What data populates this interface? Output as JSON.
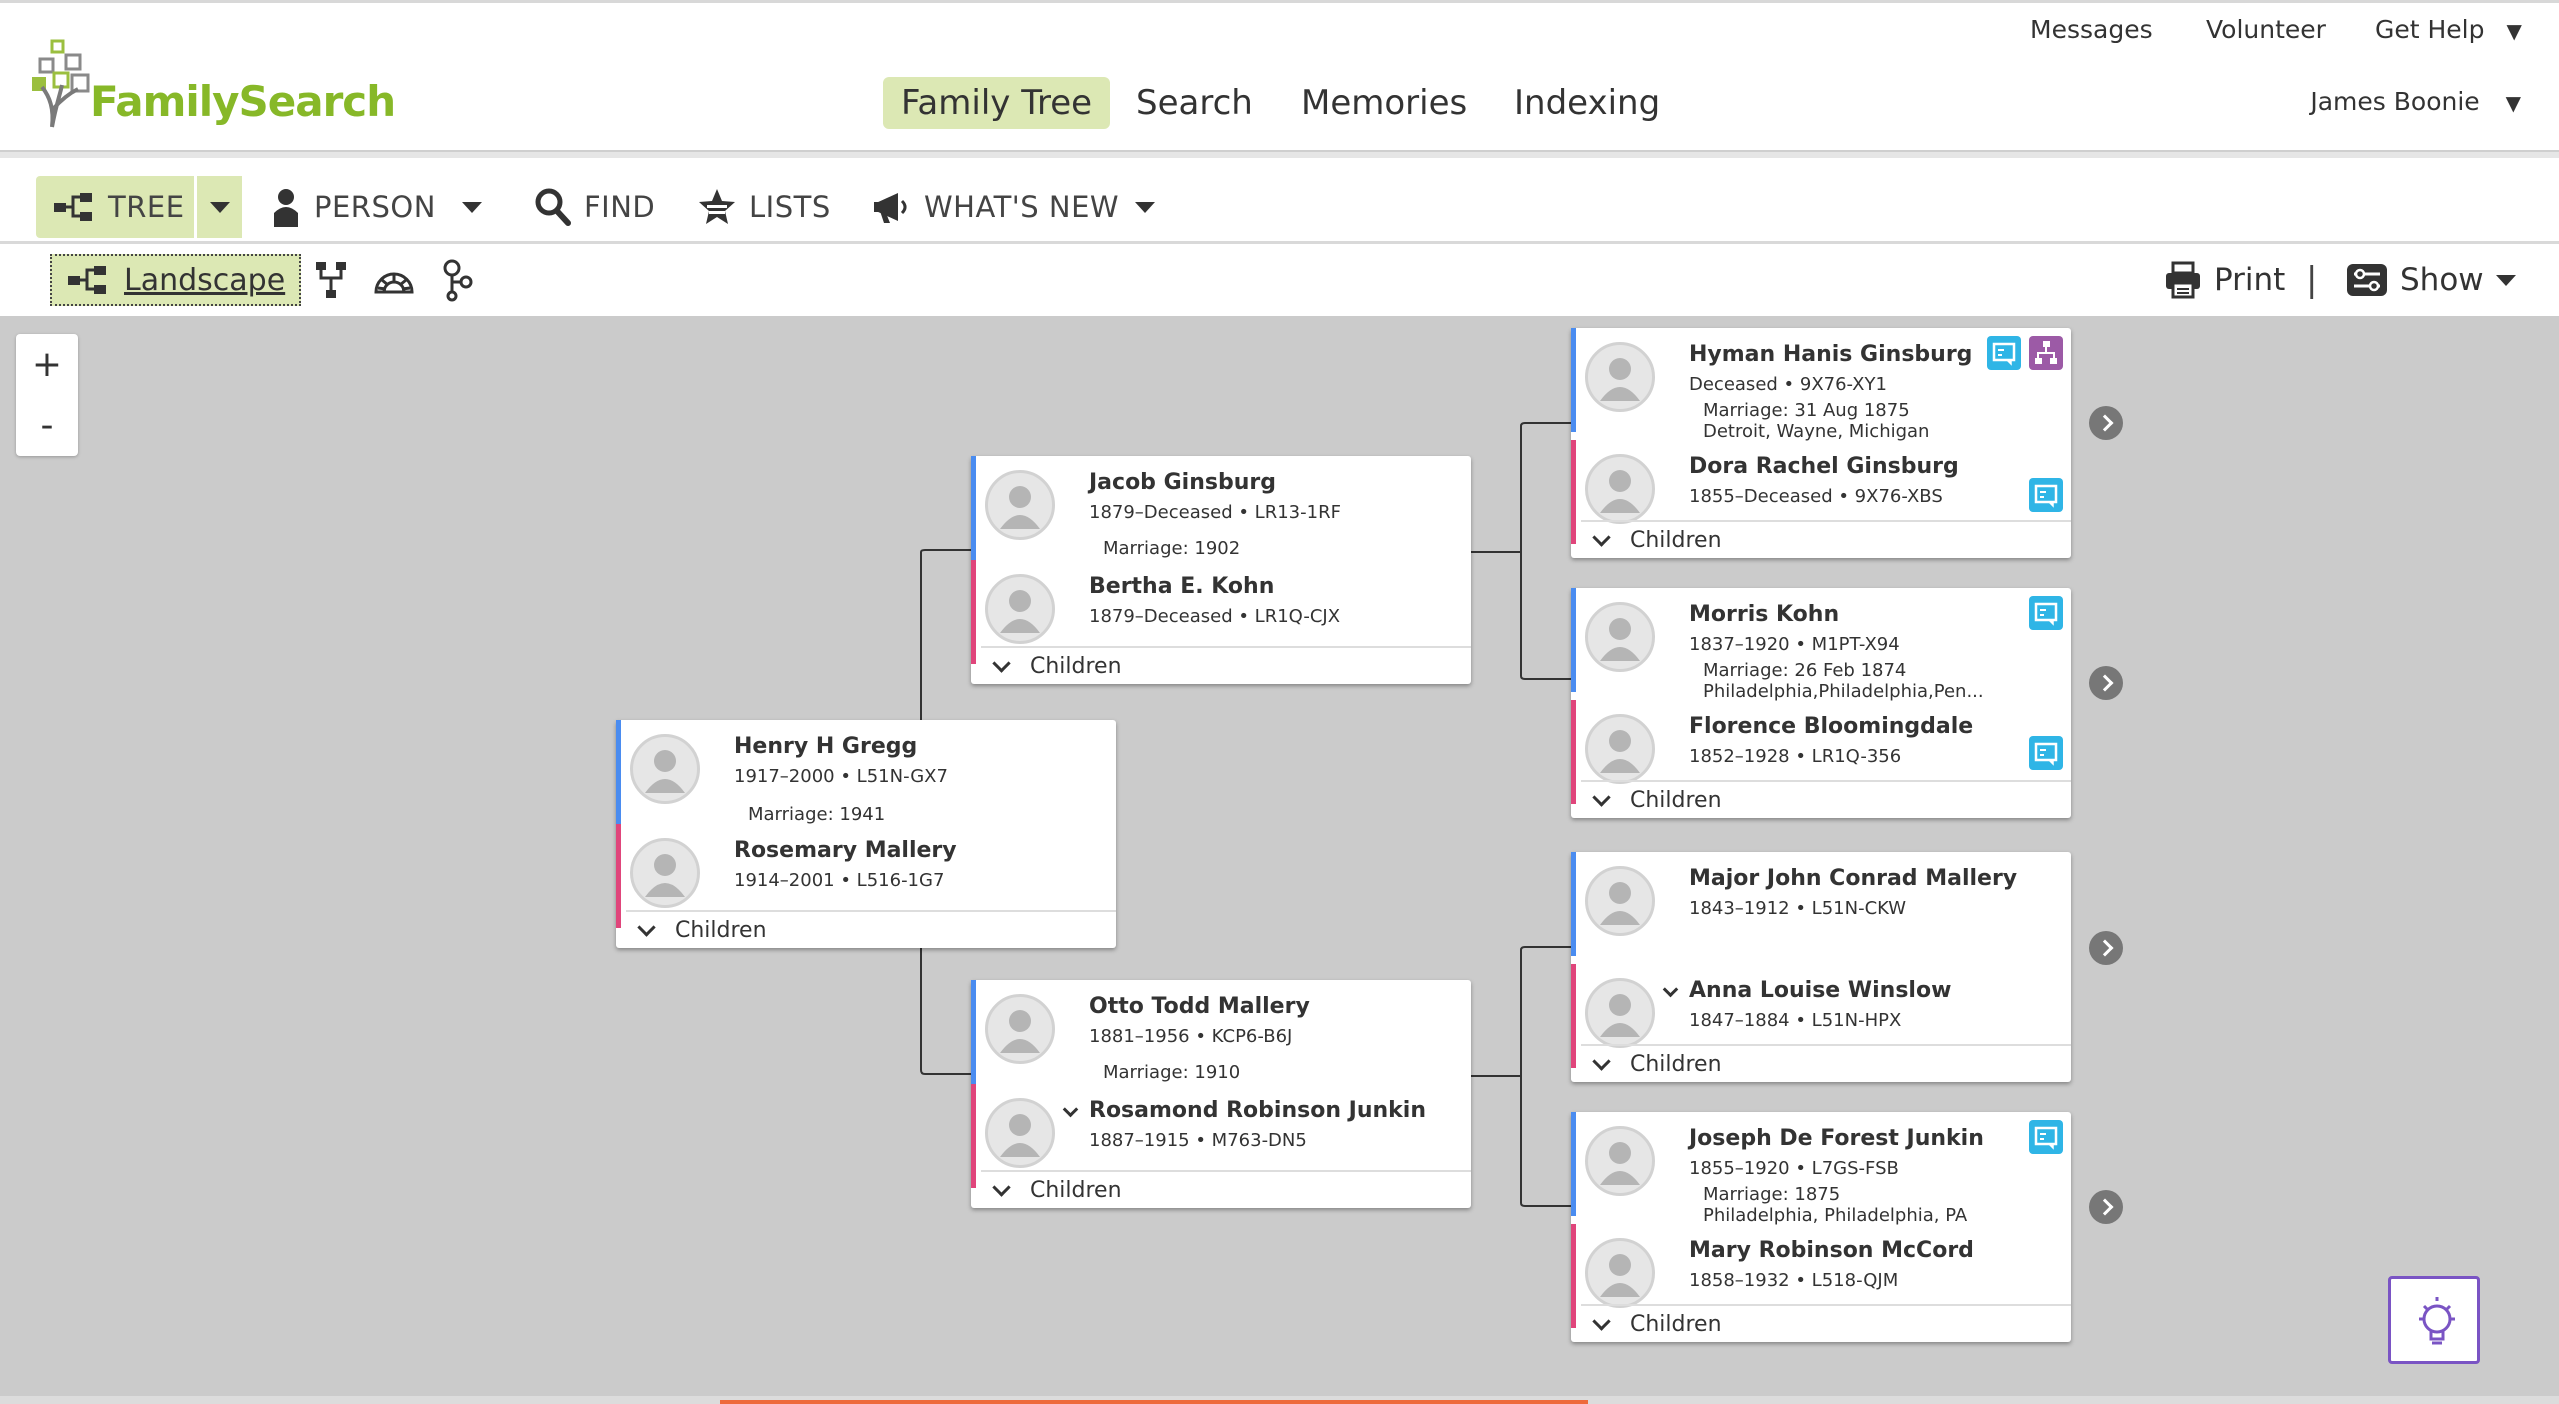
{
  "header": {
    "logo_text": "FamilySearch",
    "util_links": [
      "Messages",
      "Volunteer",
      "Get Help"
    ],
    "nav": [
      "Family Tree",
      "Search",
      "Memories",
      "Indexing"
    ],
    "user": "James Boonie"
  },
  "toolbar": {
    "tree": "TREE",
    "person": "PERSON",
    "find": "FIND",
    "lists": "LISTS",
    "whats_new": "WHAT'S NEW"
  },
  "viewbar": {
    "landscape": "Landscape",
    "print": "Print",
    "separator": "|",
    "show": "Show"
  },
  "zoom": {
    "in": "+",
    "out": "-"
  },
  "children_label": "Children",
  "couples": {
    "root": {
      "husband": {
        "name": "Henry H Gregg",
        "info": "1917–2000 • L51N-GX7"
      },
      "marriage": [
        "Marriage: 1941"
      ],
      "wife": {
        "name": "Rosemary Mallery",
        "info": "1914–2001 • L516-1G7"
      }
    },
    "paternal": {
      "husband": {
        "name": "Jacob Ginsburg",
        "info": "1879–Deceased • LR13-1RF"
      },
      "marriage": [
        "Marriage: 1902"
      ],
      "wife": {
        "name": "Bertha E. Kohn",
        "info": "1879–Deceased • LR1Q-CJX"
      }
    },
    "maternal": {
      "husband": {
        "name": "Otto Todd Mallery",
        "info": "1881–1956 • KCP6-B6J"
      },
      "marriage": [
        "Marriage: 1910"
      ],
      "wife": {
        "name": "Rosamond Robinson Junkin",
        "info": "1887–1915 • M763-DN5"
      }
    },
    "gp1": {
      "husband": {
        "name": "Hyman Hanis Ginsburg",
        "info": "Deceased • 9X76-XY1"
      },
      "marriage": [
        "Marriage: 31 Aug 1875",
        "Detroit, Wayne, Michigan"
      ],
      "wife": {
        "name": "Dora Rachel Ginsburg",
        "info": "1855–Deceased • 9X76-XBS"
      }
    },
    "gp2": {
      "husband": {
        "name": "Morris Kohn",
        "info": "1837–1920 • M1PT-X94"
      },
      "marriage": [
        "Marriage: 26 Feb 1874",
        "Philadelphia,Philadelphia,Pen..."
      ],
      "wife": {
        "name": "Florence Bloomingdale",
        "info": "1852–1928 • LR1Q-356"
      }
    },
    "gp3": {
      "husband": {
        "name": "Major John Conrad Mallery",
        "info": "1843–1912 • L51N-CKW"
      },
      "marriage": [],
      "wife": {
        "name": "Anna Louise Winslow",
        "info": "1847–1884 • L51N-HPX"
      }
    },
    "gp4": {
      "husband": {
        "name": "Joseph De Forest Junkin",
        "info": "1855–1920 • L7GS-FSB"
      },
      "marriage": [
        "Marriage: 1875",
        "Philadelphia, Philadelphia, PA"
      ],
      "wife": {
        "name": "Mary Robinson McCord",
        "info": "1858–1932 • L518-QJM"
      }
    }
  },
  "colors": {
    "brand_green": "#87b828",
    "active_bg": "#dce8b4",
    "male_stripe": "#4a8cf0",
    "female_stripe": "#e0457b",
    "record_badge": "#2fb5e6",
    "tree_badge": "#9c5aa6",
    "help_border": "#7a54c4"
  }
}
